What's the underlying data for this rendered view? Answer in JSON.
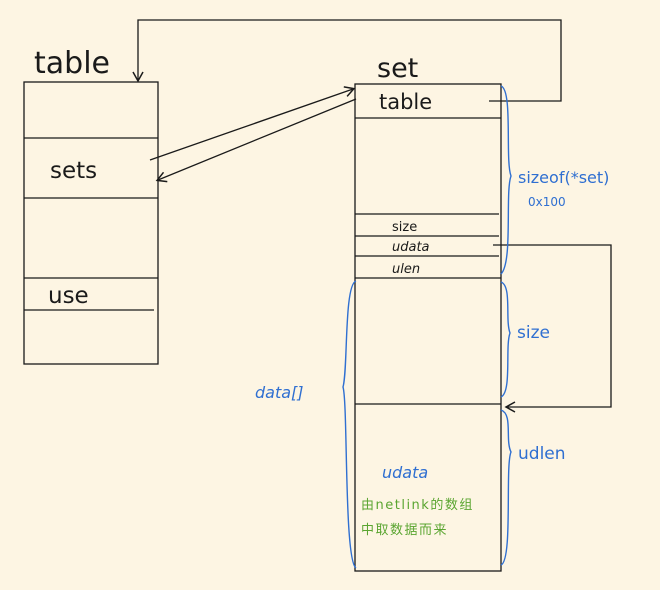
{
  "table_struct": {
    "title": "table",
    "fields": {
      "sets": "sets",
      "use": "use"
    }
  },
  "set_struct": {
    "title": "set",
    "fields": {
      "table": "table",
      "size": "size",
      "udata": "udata",
      "ulen": "ulen"
    }
  },
  "annotations": {
    "sizeof_set": "sizeof(*set)",
    "sizeof_value": "0x100",
    "size": "size",
    "udlen": "udlen",
    "data_array": "data[]"
  },
  "udata_block": {
    "title": "udata",
    "note_line1": "由netlink的数组",
    "note_line2": "中取数据而来"
  },
  "colors": {
    "ink": "#1a1a1a",
    "blue": "#2f6fd1",
    "green": "#5aa530",
    "background": "#fdf5e3"
  }
}
